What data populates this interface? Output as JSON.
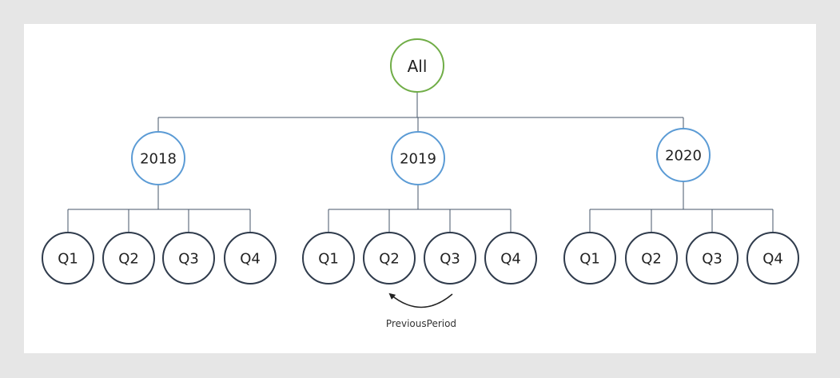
{
  "root": {
    "label": "All",
    "color": "#70ad47"
  },
  "years": [
    {
      "label": "2018",
      "quarters": [
        "Q1",
        "Q2",
        "Q3",
        "Q4"
      ]
    },
    {
      "label": "2019",
      "quarters": [
        "Q1",
        "Q2",
        "Q3",
        "Q4"
      ]
    },
    {
      "label": "2020",
      "quarters": [
        "Q1",
        "Q2",
        "Q3",
        "Q4"
      ]
    }
  ],
  "colors": {
    "root_border": "#70ad47",
    "year_border": "#5b9bd5",
    "quarter_border": "#2f3b4c",
    "connector": "#44546a",
    "background": "#e6e6e6",
    "canvas": "#ffffff"
  },
  "annotation": {
    "label": "PreviousPeriod",
    "from_year": "2019",
    "from_quarter": "Q3",
    "to_quarter": "Q2"
  }
}
